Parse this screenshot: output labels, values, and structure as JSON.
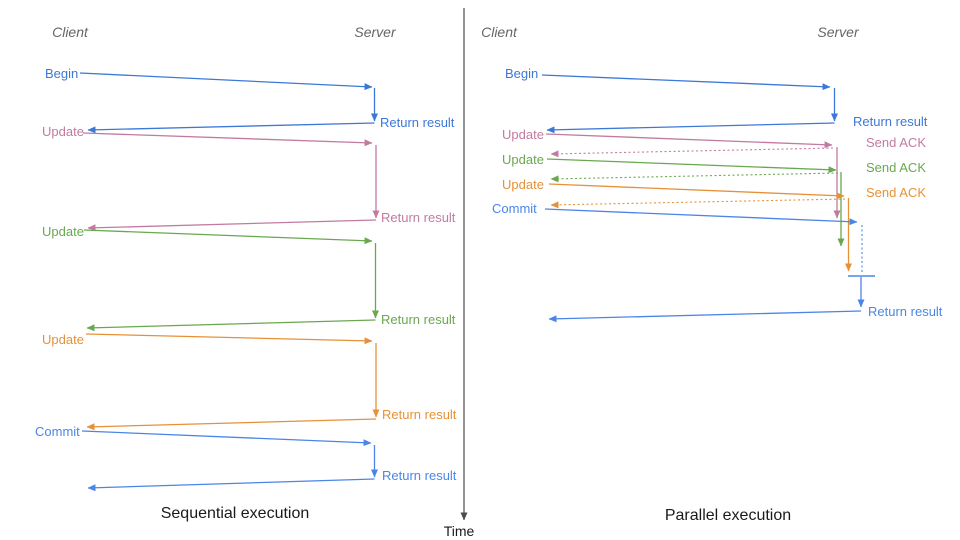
{
  "palette": {
    "begin_blue": "#3c78d8",
    "commit_blue": "#4a86e8",
    "pink": "#c27ba0",
    "green": "#6aa84f",
    "orange": "#e69138",
    "axis_gray": "#4d4d4d",
    "header_gray": "#666666",
    "caption_black": "#1a1a1a"
  },
  "left_panel": {
    "client_header": "Client",
    "server_header": "Server",
    "caption": "Sequential execution",
    "steps": [
      {
        "label": "Begin",
        "response": "Return result"
      },
      {
        "label": "Update",
        "response": "Return result"
      },
      {
        "label": "Update",
        "response": "Return result"
      },
      {
        "label": "Update",
        "response": "Return result"
      },
      {
        "label": "Commit",
        "response": "Return result"
      }
    ]
  },
  "right_panel": {
    "client_header": "Client",
    "server_header": "Server",
    "caption": "Parallel execution",
    "steps": [
      {
        "label": "Begin",
        "response": "Return result"
      },
      {
        "label": "Update",
        "response": "Send ACK"
      },
      {
        "label": "Update",
        "response": "Send ACK"
      },
      {
        "label": "Update",
        "response": "Send ACK"
      },
      {
        "label": "Commit",
        "response": "Return result"
      }
    ]
  },
  "time_axis": {
    "label": "Time"
  }
}
